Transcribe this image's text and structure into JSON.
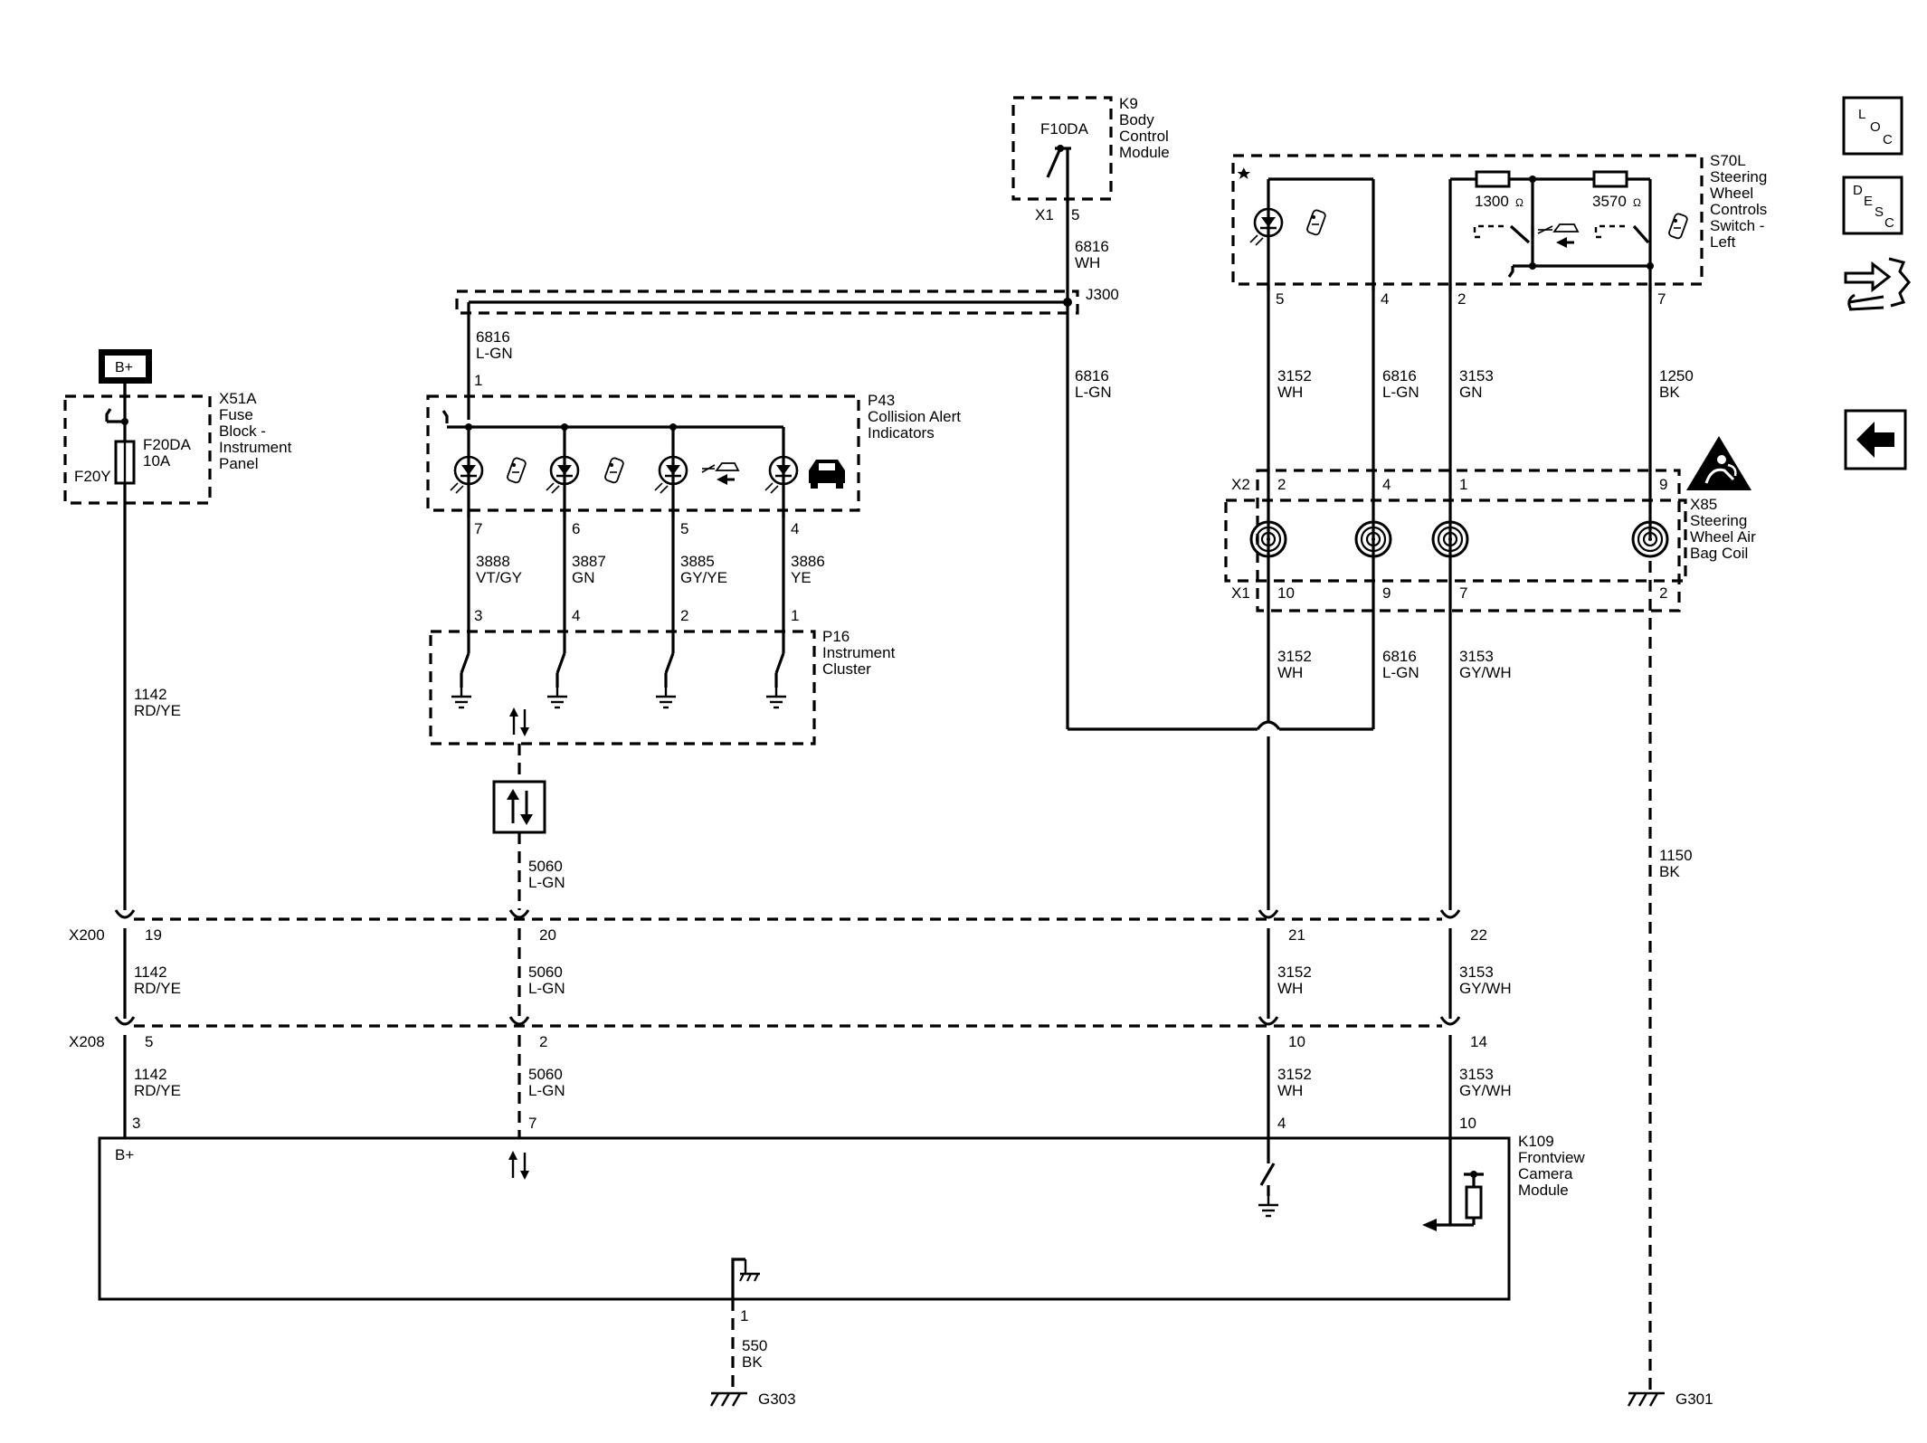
{
  "side_panel": {
    "loc_l": "L",
    "loc_o": "O",
    "loc_c": "C",
    "desc_d": "D",
    "desc_e": "E",
    "desc_s": "S",
    "desc_c": "C"
  },
  "components": {
    "k9": {
      "name": "K9",
      "l2": "Body",
      "l3": "Control",
      "l4": "Module",
      "fuse": "F10DA",
      "conn": "X1",
      "pin": "5"
    },
    "j300": "J300",
    "s70l": {
      "name": "S70L",
      "l2": "Steering",
      "l3": "Wheel",
      "l4": "Controls",
      "l5": "Switch -",
      "l6": "Left",
      "r1": "1300",
      "r2": "3570",
      "ohm": "Ω",
      "p5": "5",
      "p4": "4",
      "p2": "2",
      "p7": "7"
    },
    "bplus": "B+",
    "x51a": {
      "name": "X51A",
      "l2": "Fuse",
      "l3": "Block -",
      "l4": "Instrument",
      "l5": "Panel",
      "fuse": "F20DA",
      "amp": "10A",
      "pin": "F20Y"
    },
    "p43": {
      "name": "P43",
      "l2": "Collision Alert",
      "l3": "Indicators",
      "pin_in": "1",
      "p7": "7",
      "p6": "6",
      "p5": "5",
      "p4": "4"
    },
    "p16": {
      "name": "P16",
      "l2": "Instrument",
      "l3": "Cluster",
      "p3": "3",
      "p4": "4",
      "p2": "2",
      "p1": "1"
    },
    "x85": {
      "name": "X85",
      "l2": "Steering",
      "l3": "Wheel Air",
      "l4": "Bag Coil",
      "x2": "X2",
      "x1": "X1",
      "t2": "2",
      "t4": "4",
      "t1": "1",
      "t9": "9",
      "b10": "10",
      "b9": "9",
      "b7": "7",
      "b2": "2"
    },
    "x200": {
      "name": "X200",
      "p19": "19",
      "p20": "20",
      "p21": "21",
      "p22": "22"
    },
    "x208": {
      "name": "X208",
      "p5": "5",
      "p2": "2",
      "p10": "10",
      "p14": "14"
    },
    "k109": {
      "name": "K109",
      "l2": "Frontview",
      "l3": "Camera",
      "l4": "Module",
      "bplus": "B+",
      "p3": "3",
      "p7": "7",
      "p4": "4",
      "p10": "10",
      "p1": "1"
    },
    "g303": "G303",
    "g301": "G301"
  },
  "wires": {
    "w6816_wh": {
      "c": "6816",
      "col": "WH"
    },
    "w6816_lgn_a": {
      "c": "6816",
      "col": "L-GN"
    },
    "w6816_lgn_b": {
      "c": "6816",
      "col": "L-GN"
    },
    "w6816_lgn_c": {
      "c": "6816",
      "col": "L-GN"
    },
    "w6816_lgn_d": {
      "c": "6816",
      "col": "L-GN"
    },
    "w3152_a": {
      "c": "3152",
      "col": "WH"
    },
    "w3153_gn": {
      "c": "3153",
      "col": "GN"
    },
    "w1250": {
      "c": "1250",
      "col": "BK"
    },
    "w3888": {
      "c": "3888",
      "col": "VT/GY"
    },
    "w3887": {
      "c": "3887",
      "col": "GN"
    },
    "w3885": {
      "c": "3885",
      "col": "GY/YE"
    },
    "w3886": {
      "c": "3886",
      "col": "YE"
    },
    "w1142_a": {
      "c": "1142",
      "col": "RD/YE"
    },
    "w3152_b": {
      "c": "3152",
      "col": "WH"
    },
    "w3153_gywh_a": {
      "c": "3153",
      "col": "GY/WH"
    },
    "w5060_a": {
      "c": "5060",
      "col": "L-GN"
    },
    "w1150": {
      "c": "1150",
      "col": "BK"
    },
    "w1142_b": {
      "c": "1142",
      "col": "RD/YE"
    },
    "w5060_b": {
      "c": "5060",
      "col": "L-GN"
    },
    "w3152_c": {
      "c": "3152",
      "col": "WH"
    },
    "w3153_gywh_b": {
      "c": "3153",
      "col": "GY/WH"
    },
    "w1142_c": {
      "c": "1142",
      "col": "RD/YE"
    },
    "w5060_c": {
      "c": "5060",
      "col": "L-GN"
    },
    "w3152_d": {
      "c": "3152",
      "col": "WH"
    },
    "w3153_gywh_c": {
      "c": "3153",
      "col": "GY/WH"
    },
    "w550": {
      "c": "550",
      "col": "BK"
    }
  }
}
